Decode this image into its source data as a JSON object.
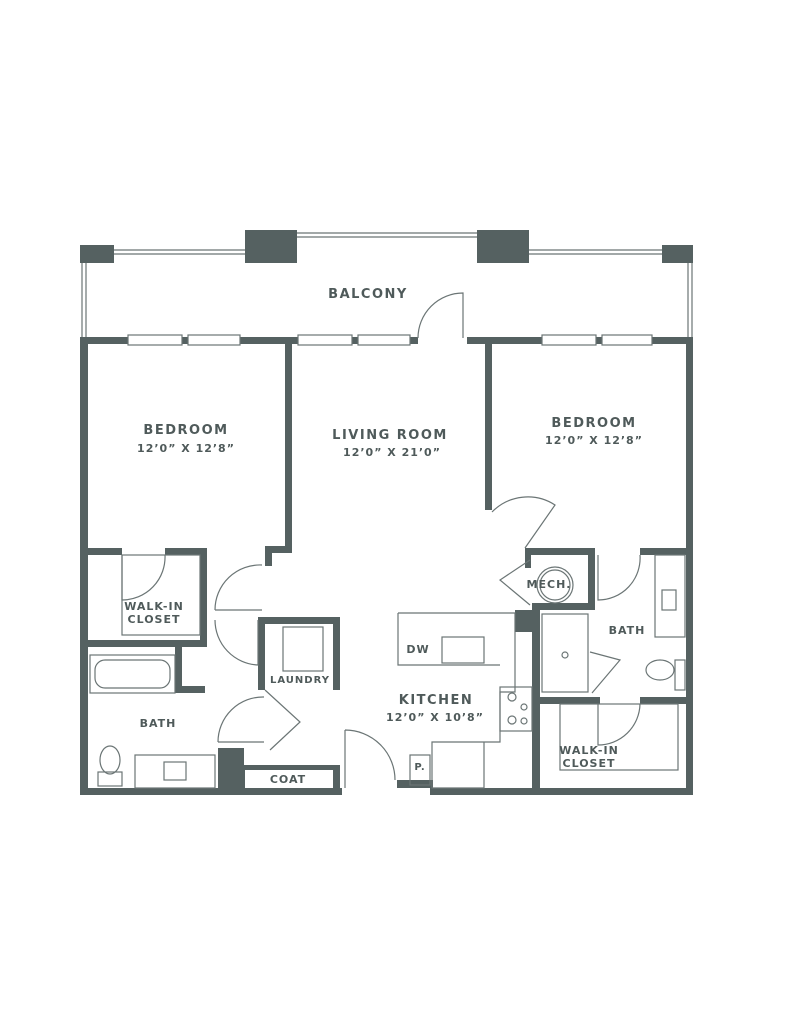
{
  "rooms": {
    "balcony": {
      "name": "BALCONY"
    },
    "bedroom_left": {
      "name": "BEDROOM",
      "size": "12’0” X 12’8”"
    },
    "living_room": {
      "name": "LIVING ROOM",
      "size": "12’0” X 21’0”"
    },
    "bedroom_right": {
      "name": "BEDROOM",
      "size": "12’0” X 12’8”"
    },
    "walk_in_closet_left": {
      "name_line1": "WALK-IN",
      "name_line2": "CLOSET"
    },
    "walk_in_closet_right": {
      "name_line1": "WALK-IN",
      "name_line2": "CLOSET"
    },
    "mech": {
      "name": "MECH."
    },
    "bath_left": {
      "name": "BATH"
    },
    "bath_right": {
      "name": "BATH"
    },
    "laundry": {
      "name": "LAUNDRY"
    },
    "kitchen": {
      "name": "KITCHEN",
      "size": "12’0” X 10’8”"
    },
    "coat": {
      "name": "COAT"
    },
    "pantry": {
      "name": "P."
    },
    "dishwasher": {
      "name": "DW"
    }
  },
  "colors": {
    "wall": "#556161"
  }
}
